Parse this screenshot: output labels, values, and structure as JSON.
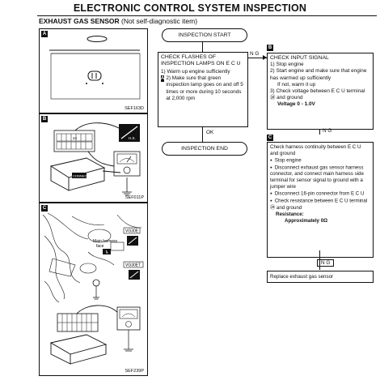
{
  "page": {
    "title": "ELECTRONIC CONTROL SYSTEM INSPECTION",
    "subtitle_main": "EXHAUST GAS SENSOR",
    "subtitle_note": "(Not self-diagnostic item)"
  },
  "panels": {
    "a": {
      "tag": "A",
      "fig": "SEF163D"
    },
    "b": {
      "tag": "B",
      "fig": "SEF011P",
      "label_connect": "CONNECT",
      "label_hs": "H.S."
    },
    "c": {
      "tag": "C",
      "fig": "SEF239P",
      "label_harness": "Main harness",
      "label_face": "Face",
      "label_vg30e": "VG30E",
      "label_vg30et": "VG30ET"
    }
  },
  "flow": {
    "start": "INSPECTION START",
    "end": "INSPECTION END",
    "ok_label": "OK",
    "ng_label_1": "N G",
    "ng_label_2": "N G",
    "ng_label_3": "N G",
    "check_flashes": {
      "title": "CHECK FLASHES OF INSPECTION LAMPS ON E C U",
      "step1": "1) Warm up engine sufficiently",
      "step2_tag": "A",
      "step2": "2) Make sure that green inspection lamp goes on and off 5 times or more during 10 seconds at 2,000 rpm"
    },
    "check_input": {
      "tag": "B",
      "title": "CHECK INPUT SIGNAL",
      "step1": "1) Stop engine",
      "step2": "2) Start engine and make sure that engine has warmed up sufficiently",
      "step2b": "If not, warm it up",
      "step3": "3) Check voltage between E C U terminal ㉔ and ground",
      "voltage": "Voltage  0 - 1.0V"
    },
    "check_harness": {
      "tag": "C",
      "intro": "Check harness continuity between E C U and ground",
      "b1": "Stop engine",
      "b2": "Disconnect exhaust gas sensor harness connector, and connect main harness side terminal for sensor signal to ground with a jumper wire",
      "b3": "Disconnect 16-pin connector from E C U",
      "b4": "Check resistance between E C U  terminal ㉔ and ground",
      "resistance_label": "Resistance:",
      "resistance_value": "Approximately 0Ω"
    },
    "replace": "Replace exhaust gas sensor"
  }
}
